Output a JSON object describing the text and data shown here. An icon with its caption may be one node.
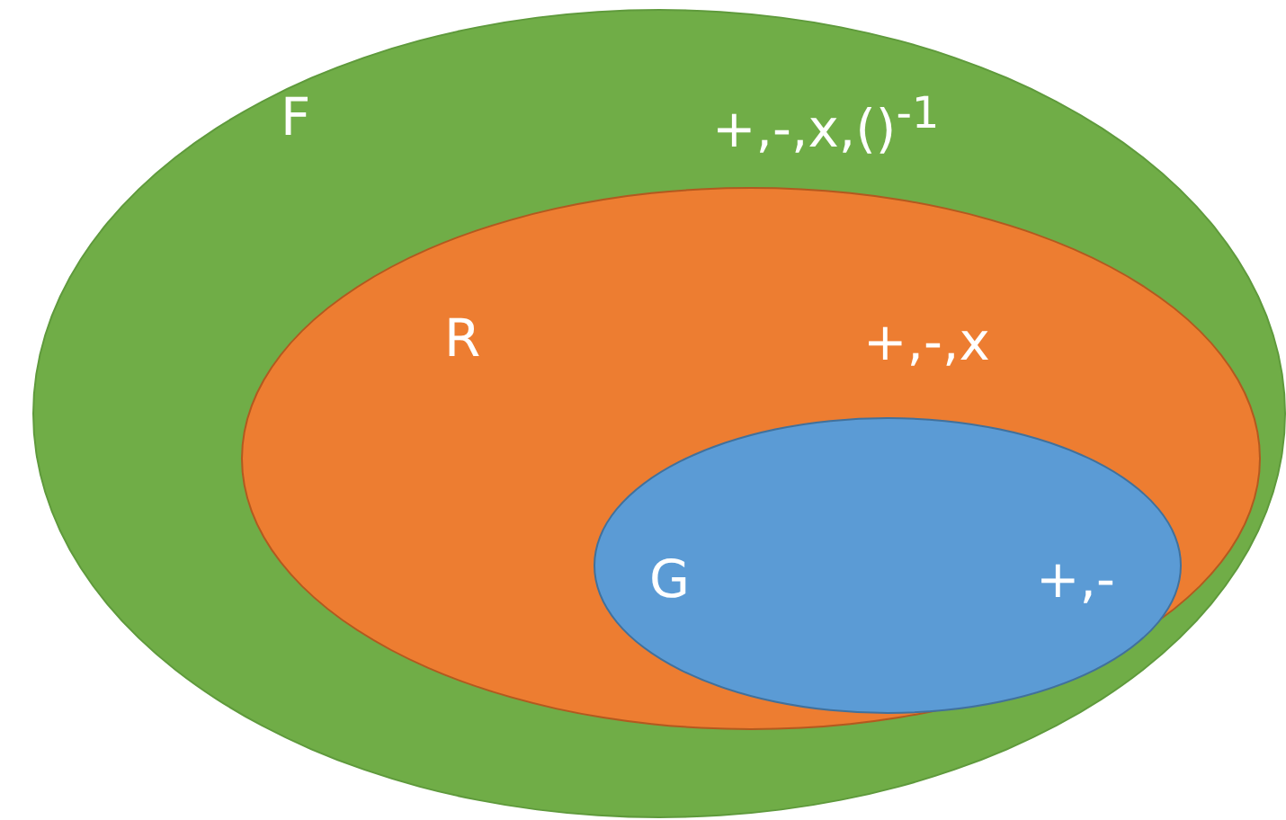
{
  "diagram": {
    "nodes": [
      {
        "text": [
          "F",
          "+,-,x,()$^{-1}$"
        ]
      },
      {
        "text": [
          "R",
          "+,-,x"
        ],
        "in": 0
      },
      {
        "text": [
          "G",
          "+,-"
        ],
        "in": 1
      }
    ]
  }
}
